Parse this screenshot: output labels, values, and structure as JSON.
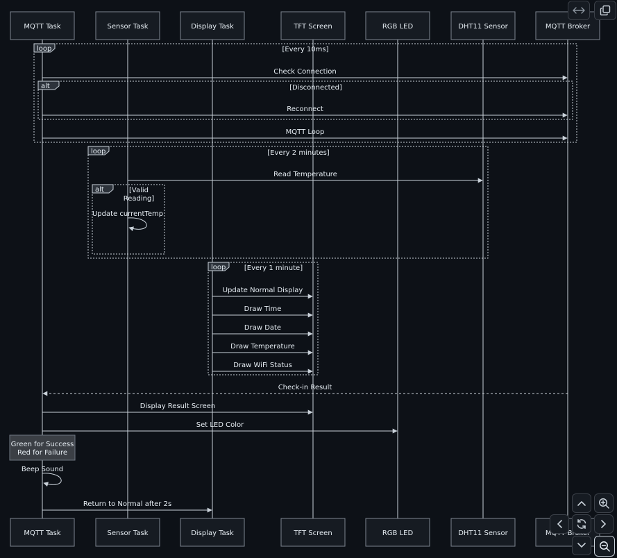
{
  "participants": [
    {
      "id": "mqtt_task",
      "label": "MQTT Task"
    },
    {
      "id": "sensor_task",
      "label": "Sensor Task"
    },
    {
      "id": "display_task",
      "label": "Display Task"
    },
    {
      "id": "tft_screen",
      "label": "TFT Screen"
    },
    {
      "id": "rgb_led",
      "label": "RGB LED"
    },
    {
      "id": "dht11_sensor",
      "label": "DHT11 Sensor"
    },
    {
      "id": "mqtt_broker",
      "label": "MQTT Broker"
    }
  ],
  "frames": [
    {
      "id": "loop-10ms",
      "kind": "loop",
      "condition": "[Every 10ms]"
    },
    {
      "id": "alt-disconnected",
      "kind": "alt",
      "condition": "[Disconnected]"
    },
    {
      "id": "loop-2min",
      "kind": "loop",
      "condition": "[Every 2 minutes]"
    },
    {
      "id": "alt-valid",
      "kind": "alt",
      "condition": "[Valid",
      "condition_line2": "Reading]"
    },
    {
      "id": "loop-1min",
      "kind": "loop",
      "condition": "[Every 1 minute]"
    }
  ],
  "messages": [
    {
      "from": "mqtt_task",
      "to": "mqtt_broker",
      "label": "Check Connection",
      "style": "solid"
    },
    {
      "from": "mqtt_task",
      "to": "mqtt_broker",
      "label": "Reconnect",
      "style": "solid"
    },
    {
      "from": "mqtt_task",
      "to": "mqtt_broker",
      "label": "MQTT Loop",
      "style": "solid"
    },
    {
      "from": "sensor_task",
      "to": "dht11_sensor",
      "label": "Read Temperature",
      "style": "solid"
    },
    {
      "from": "sensor_task",
      "to": "sensor_task",
      "label": "Update currentTemp",
      "style": "self"
    },
    {
      "from": "display_task",
      "to": "tft_screen",
      "label": "Update Normal Display",
      "style": "solid"
    },
    {
      "from": "display_task",
      "to": "tft_screen",
      "label": "Draw Time",
      "style": "solid"
    },
    {
      "from": "display_task",
      "to": "tft_screen",
      "label": "Draw Date",
      "style": "solid"
    },
    {
      "from": "display_task",
      "to": "tft_screen",
      "label": "Draw Temperature",
      "style": "solid"
    },
    {
      "from": "display_task",
      "to": "tft_screen",
      "label": "Draw WiFi Status",
      "style": "solid"
    },
    {
      "from": "mqtt_broker",
      "to": "mqtt_task",
      "label": "Check-in Result",
      "style": "dashed"
    },
    {
      "from": "mqtt_task",
      "to": "tft_screen",
      "label": "Display Result Screen",
      "style": "solid"
    },
    {
      "from": "mqtt_task",
      "to": "rgb_led",
      "label": "Set LED Color",
      "style": "solid"
    },
    {
      "from": "mqtt_task",
      "to": "mqtt_task",
      "label": "Beep Sound",
      "style": "self"
    },
    {
      "from": "mqtt_task",
      "to": "display_task",
      "label": "Return to Normal after 2s",
      "style": "solid"
    }
  ],
  "notes": [
    {
      "over": "mqtt_task",
      "lines": [
        "Green for Success",
        "Red for Failure"
      ]
    }
  ],
  "controls": {
    "expand": "expand-horizontal-icon",
    "copy": "copy-icon",
    "zoom_in": "zoom-in-icon",
    "zoom_out": "zoom-out-icon",
    "reset": "reset-icon",
    "up": "chevron-up-icon",
    "down": "chevron-down-icon",
    "left": "chevron-left-icon",
    "right": "chevron-right-icon"
  },
  "colors": {
    "background": "#0d1117",
    "actor_fill": "#161b22",
    "actor_stroke": "#7d8590",
    "line": "#c9d1d9",
    "text": "#e6edf3",
    "note_fill": "#3b3f45"
  }
}
